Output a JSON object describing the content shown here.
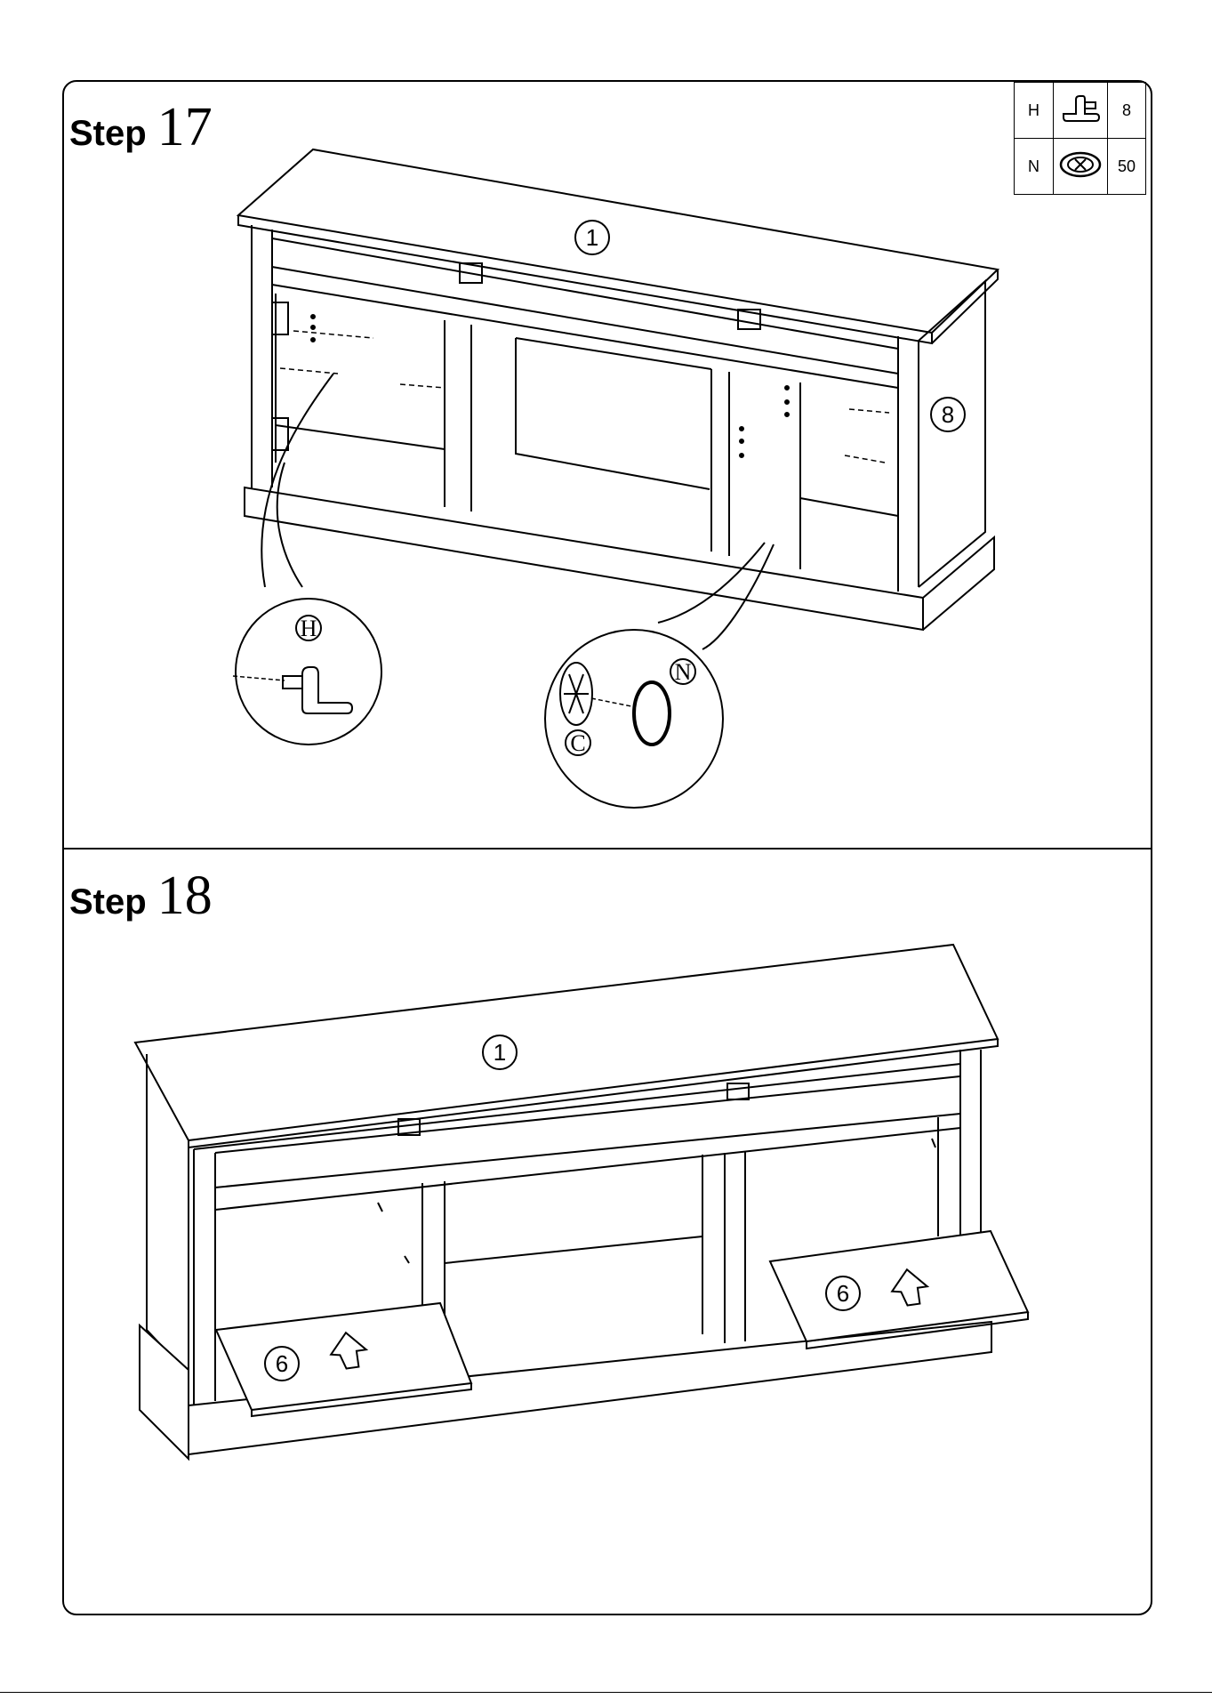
{
  "steps": [
    {
      "word": "Step",
      "number": "17"
    },
    {
      "word": "Step",
      "number": "18"
    }
  ],
  "parts": [
    {
      "code": "H",
      "icon": "shelf-pin-icon",
      "qty": "8"
    },
    {
      "code": "N",
      "icon": "cam-cap-icon",
      "qty": "50"
    }
  ],
  "step17": {
    "callouts": {
      "top": "1",
      "side": "8"
    },
    "detail_left": {
      "label": "H"
    },
    "detail_right": {
      "label_cap": "N",
      "label_cam": "C"
    }
  },
  "step18": {
    "callouts": {
      "top": "1",
      "shelf_left": "6",
      "shelf_right": "6"
    }
  },
  "colors": {
    "line": "#000000",
    "background": "#ffffff"
  }
}
